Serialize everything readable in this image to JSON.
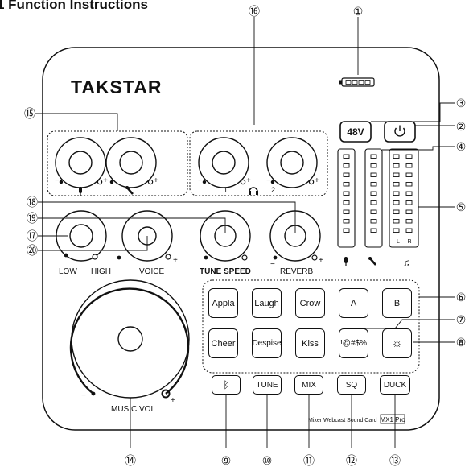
{
  "header": {
    "title": "Function Instructions"
  },
  "device": {
    "brand": "TAKSTAR",
    "model_text": "Mixer Webcast Sound Card",
    "model_badge": "MX1 Pro"
  },
  "buttons": {
    "phantom": "48V",
    "power_icon": "power-icon"
  },
  "sound_pads": {
    "row1": [
      "Appla",
      "Laugh",
      "Crow",
      "A",
      "B"
    ],
    "row2": [
      "Cheer",
      "Despise",
      "Kiss",
      "!@#$%",
      "sun-icon"
    ]
  },
  "function_buttons": [
    "bluetooth-icon",
    "TUNE",
    "MIX",
    "SQ",
    "DUCK"
  ],
  "knob_labels": {
    "low": "LOW",
    "high": "HIGH",
    "voice": "VOICE",
    "tune_speed": "TUNE SPEED",
    "reverb": "REVERB",
    "music_vol": "MUSIC VOL"
  },
  "headphone_numbers": [
    "1",
    "2"
  ],
  "signs": {
    "minus": "−",
    "plus": "+"
  },
  "meter_channel_labels": [
    "L",
    "R"
  ],
  "callouts": [
    "①",
    "②",
    "③",
    "④",
    "⑤",
    "⑥",
    "⑦",
    "⑧",
    "⑨",
    "⑩",
    "⑪",
    "⑫",
    "⑬",
    "⑭",
    "⑮",
    "⑯",
    "⑰",
    "⑱",
    "⑲",
    "⑳"
  ]
}
